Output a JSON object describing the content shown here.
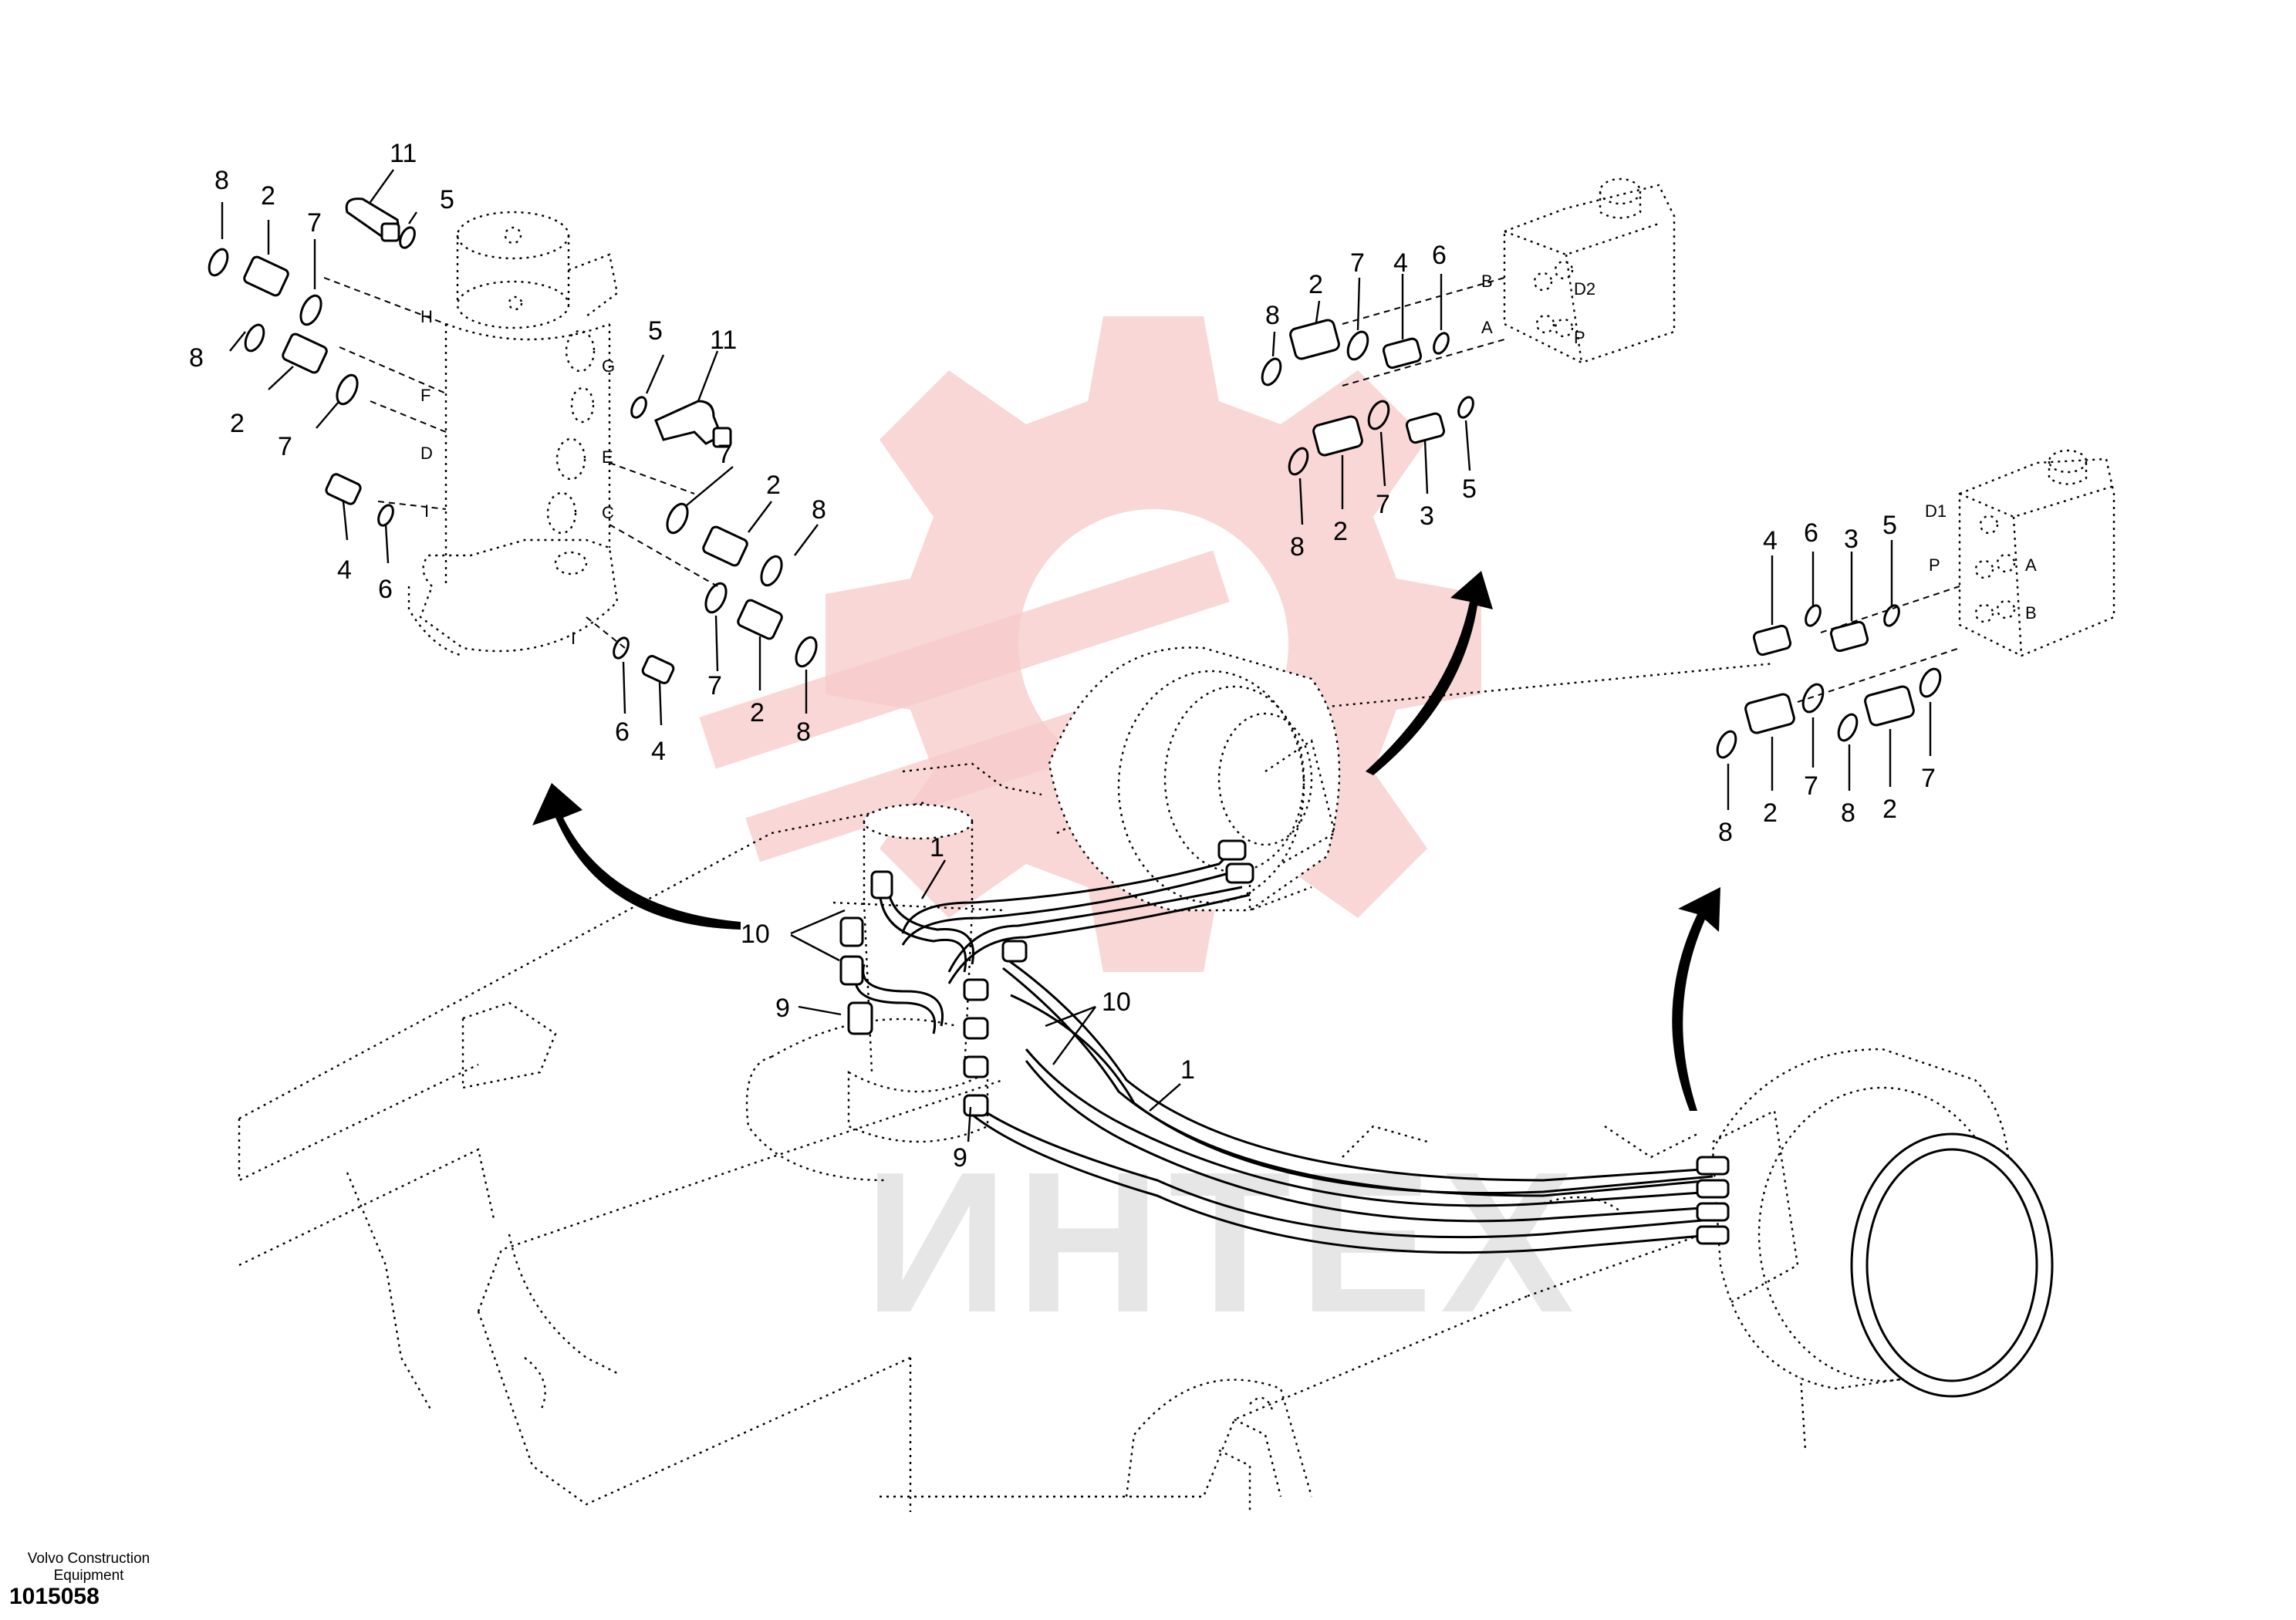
{
  "watermark": {
    "text": "ИНТЕХ",
    "gear_color": "#f7c9c9"
  },
  "footer": {
    "company": "Volvo Construction Equipment",
    "figure_number": "1015058"
  },
  "callouts": {
    "swivel": {
      "c_8a": "8",
      "c_2a": "2",
      "c_7a": "7",
      "c_11a": "11",
      "c_5a": "5",
      "c_8b": "8",
      "c_2b": "2",
      "c_7b": "7",
      "c_5b": "5",
      "c_11b": "11",
      "c_4a": "4",
      "c_6a": "6",
      "c_7c": "7",
      "c_2c": "2",
      "c_8c": "8",
      "c_6b": "6",
      "c_4b": "4",
      "c_7d": "7",
      "c_2d": "2",
      "c_8d": "8"
    },
    "upper_motor": {
      "c_8a": "8",
      "c_2a": "2",
      "c_7a": "7",
      "c_4": "4",
      "c_6": "6",
      "c_8b": "8",
      "c_2b": "2",
      "c_7b": "7",
      "c_3": "3",
      "c_5": "5"
    },
    "right_motor": {
      "c_4": "4",
      "c_6": "6",
      "c_3": "3",
      "c_5": "5",
      "c_8a": "8",
      "c_2a": "2",
      "c_7a": "7",
      "c_8b": "8",
      "c_2b": "2",
      "c_7b": "7"
    },
    "hoses": {
      "c_1a": "1",
      "c_10a": "10",
      "c_9a": "9",
      "c_10b": "10",
      "c_1b": "1",
      "c_9b": "9"
    }
  },
  "ports": {
    "swivel": [
      "H",
      "F",
      "D",
      "I",
      "G",
      "E",
      "C",
      "I"
    ],
    "upper_motor": [
      "B",
      "D2",
      "A",
      "P"
    ],
    "right_motor": [
      "D1",
      "P",
      "A",
      "B"
    ]
  }
}
